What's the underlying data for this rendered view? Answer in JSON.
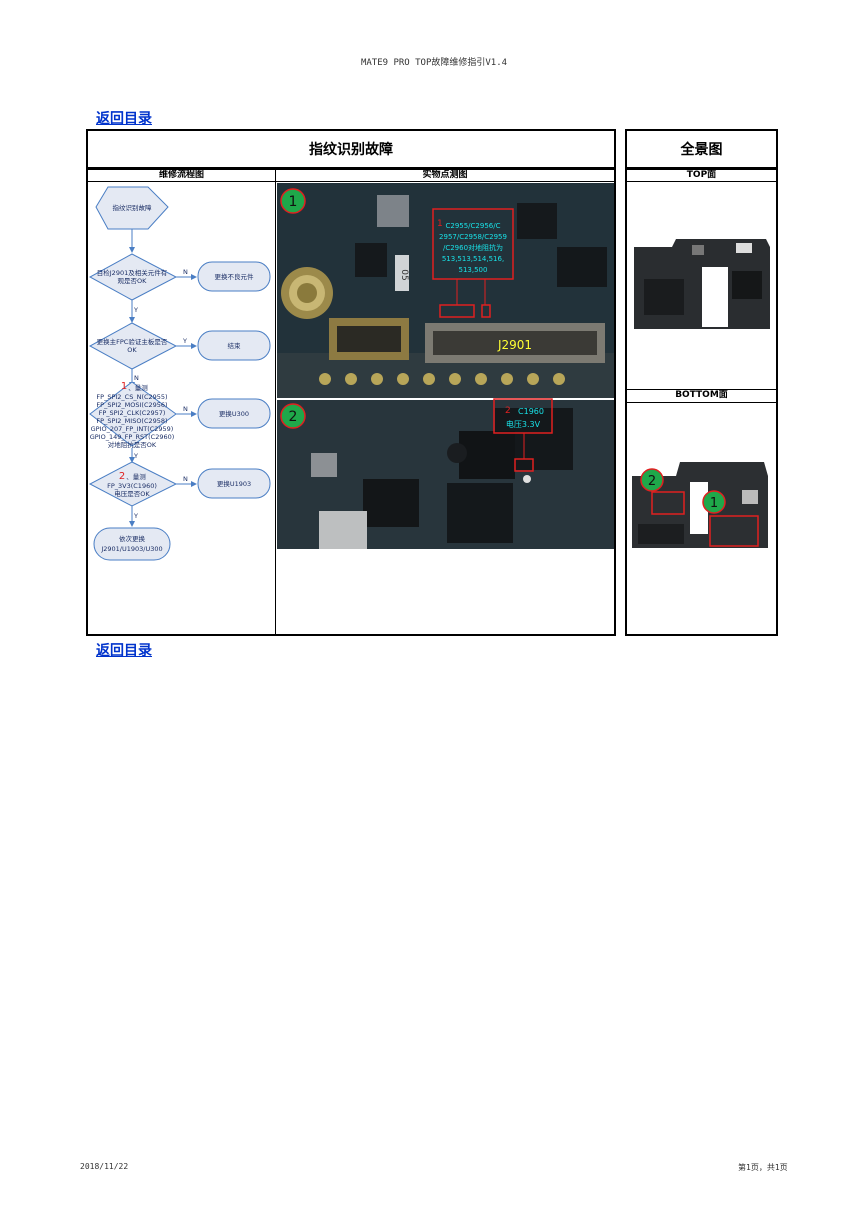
{
  "header": {
    "title": "MATE9 PRO TOP故障维修指引V1.4"
  },
  "nav": {
    "back_top": "返回目录",
    "back_bottom": "返回目录"
  },
  "table": {
    "main_title": "指纹识别故障",
    "panorama_title": "全景图",
    "col_flow": "维修流程图",
    "col_photo": "实物点测图",
    "col_top": "TOP面",
    "col_bottom": "BOTTOM面"
  },
  "flow": {
    "start": "指纹识别故障",
    "q1": [
      "目检J2901及相关元件有",
      "观是否OK"
    ],
    "a1": "更换不良元件",
    "q2": [
      "更换主FPC验证主板是否",
      "OK"
    ],
    "a2": "结束",
    "q3_num": "1",
    "q3": [
      "、量测",
      "FP_SPI2_CS_N(C2955)",
      "FP_SPI2_MOSI(C2956)",
      "FP_SPI2_CLK(C2957)",
      "FP_SPI2_MISO(C2958)",
      "GPIO_207_FP_INT(C2959)",
      "GPIO_149_FP_RST(C2960)",
      "对地阻抗是否OK"
    ],
    "a3": "更换U300",
    "q4_num": "2",
    "q4": [
      "、量测",
      "FP_3V3(C1960)",
      "电压是否OK"
    ],
    "a4": "更换U1903",
    "end": [
      "依次更换",
      "J2901/U1903/U300"
    ],
    "yes": "Y",
    "no": "N"
  },
  "photo": {
    "marker1": "1",
    "marker2": "2",
    "note1_num": "1",
    "note1": [
      "C2955/C2956/C",
      "2957/C2958/C2959",
      "/C2960对地阻抗为",
      "513,513,514,516,",
      "513,500"
    ],
    "connector": "J2901",
    "note2_num": "2",
    "note2": [
      "C1960",
      "电压3.3V"
    ],
    "chip_label": "05"
  },
  "panorama": {
    "marker1": "1",
    "marker2": "2"
  },
  "footer": {
    "date": "2018/11/22",
    "page": "第1页，共1页"
  },
  "colors": {
    "link": "#0033cc",
    "flow_line": "#4a7ec4",
    "flow_fill": "#e4e9f3",
    "marker": "#1fa84a",
    "highlight": "#e02020",
    "note_text": "#19e0e6",
    "connector_text": "#ffff33"
  }
}
